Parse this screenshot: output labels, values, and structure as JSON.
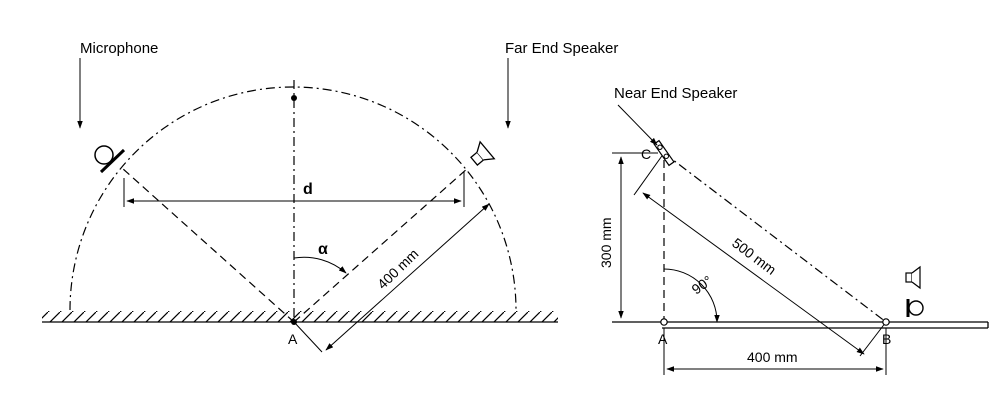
{
  "left_diagram": {
    "microphone_label": "Microphone",
    "far_speaker_label": "Far End Speaker",
    "distance_label": "d",
    "angle_label": "α",
    "radius_label": "400 mm",
    "point_label": "A"
  },
  "right_diagram": {
    "near_speaker_label": "Near End Speaker",
    "point_c_label": "C",
    "point_a_label": "A",
    "point_b_label": "B",
    "height_label": "300 mm",
    "hypotenuse_label": "500 mm",
    "angle_label": "90°",
    "base_label": "400 mm"
  }
}
